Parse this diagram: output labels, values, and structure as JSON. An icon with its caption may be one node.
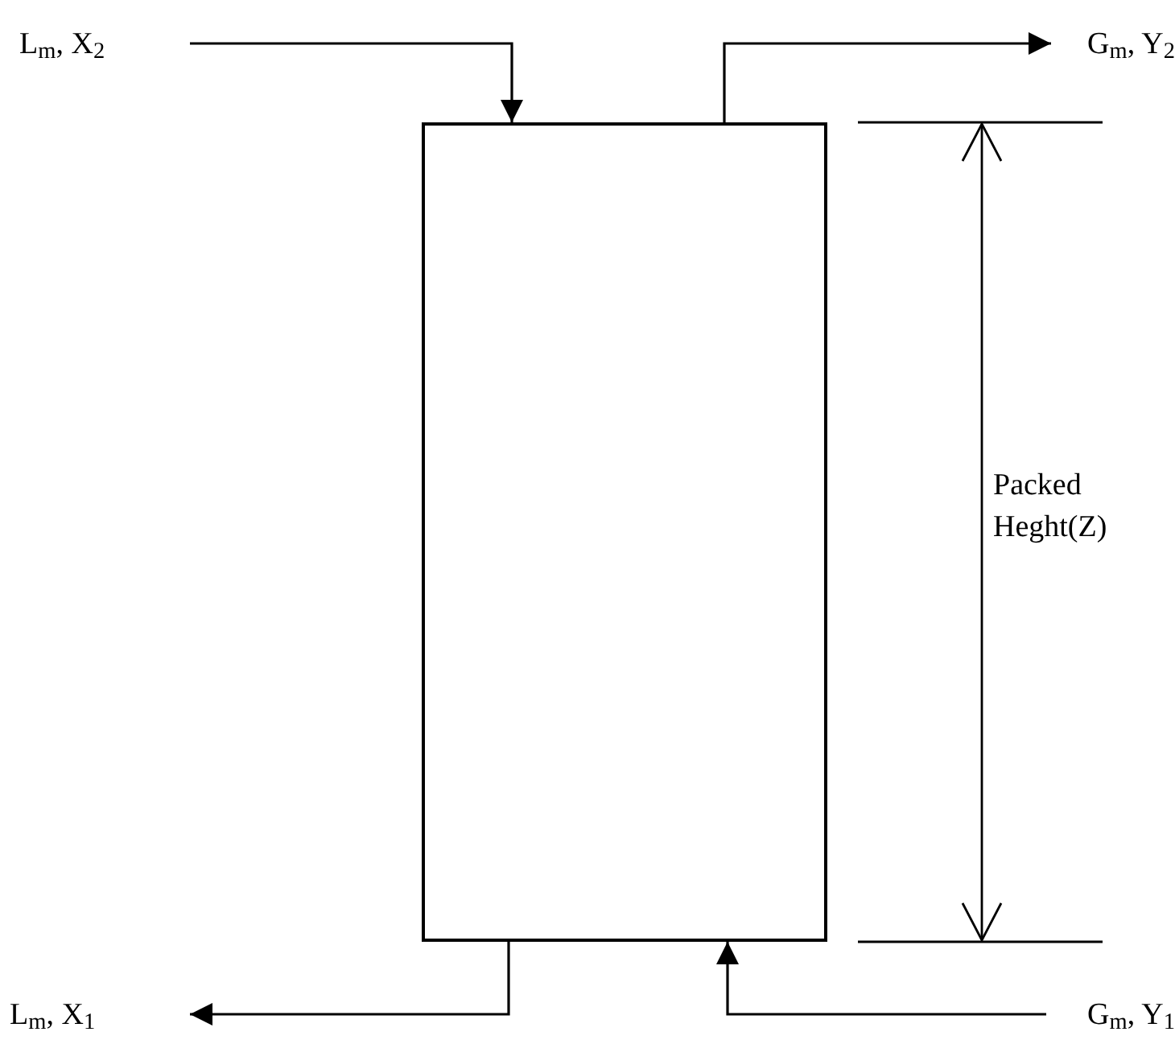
{
  "diagram": {
    "nodes": [
      {
        "text": [],
        "shape": "box"
      },
      {
        "text": [
          "L$_{m}$, X$_{2}$"
        ]
      },
      {
        "text": [
          "G$_{m}$, Y$_{2}$"
        ]
      },
      {
        "text": [
          "L$_{m}$, X$_{1}$"
        ]
      },
      {
        "text": [
          "G$_{m}$, Y$_{1}$"
        ]
      }
    ],
    "edges": [
      {
        "from": 1,
        "to": 0,
        "arrow": "to"
      },
      {
        "from": 0,
        "to": 2,
        "arrow": "to"
      },
      {
        "from": 0,
        "to": 3,
        "arrow": "to"
      },
      {
        "from": 4,
        "to": 0,
        "arrow": "to"
      }
    ],
    "labels": [
      "Packed Heght(Z)"
    ]
  }
}
